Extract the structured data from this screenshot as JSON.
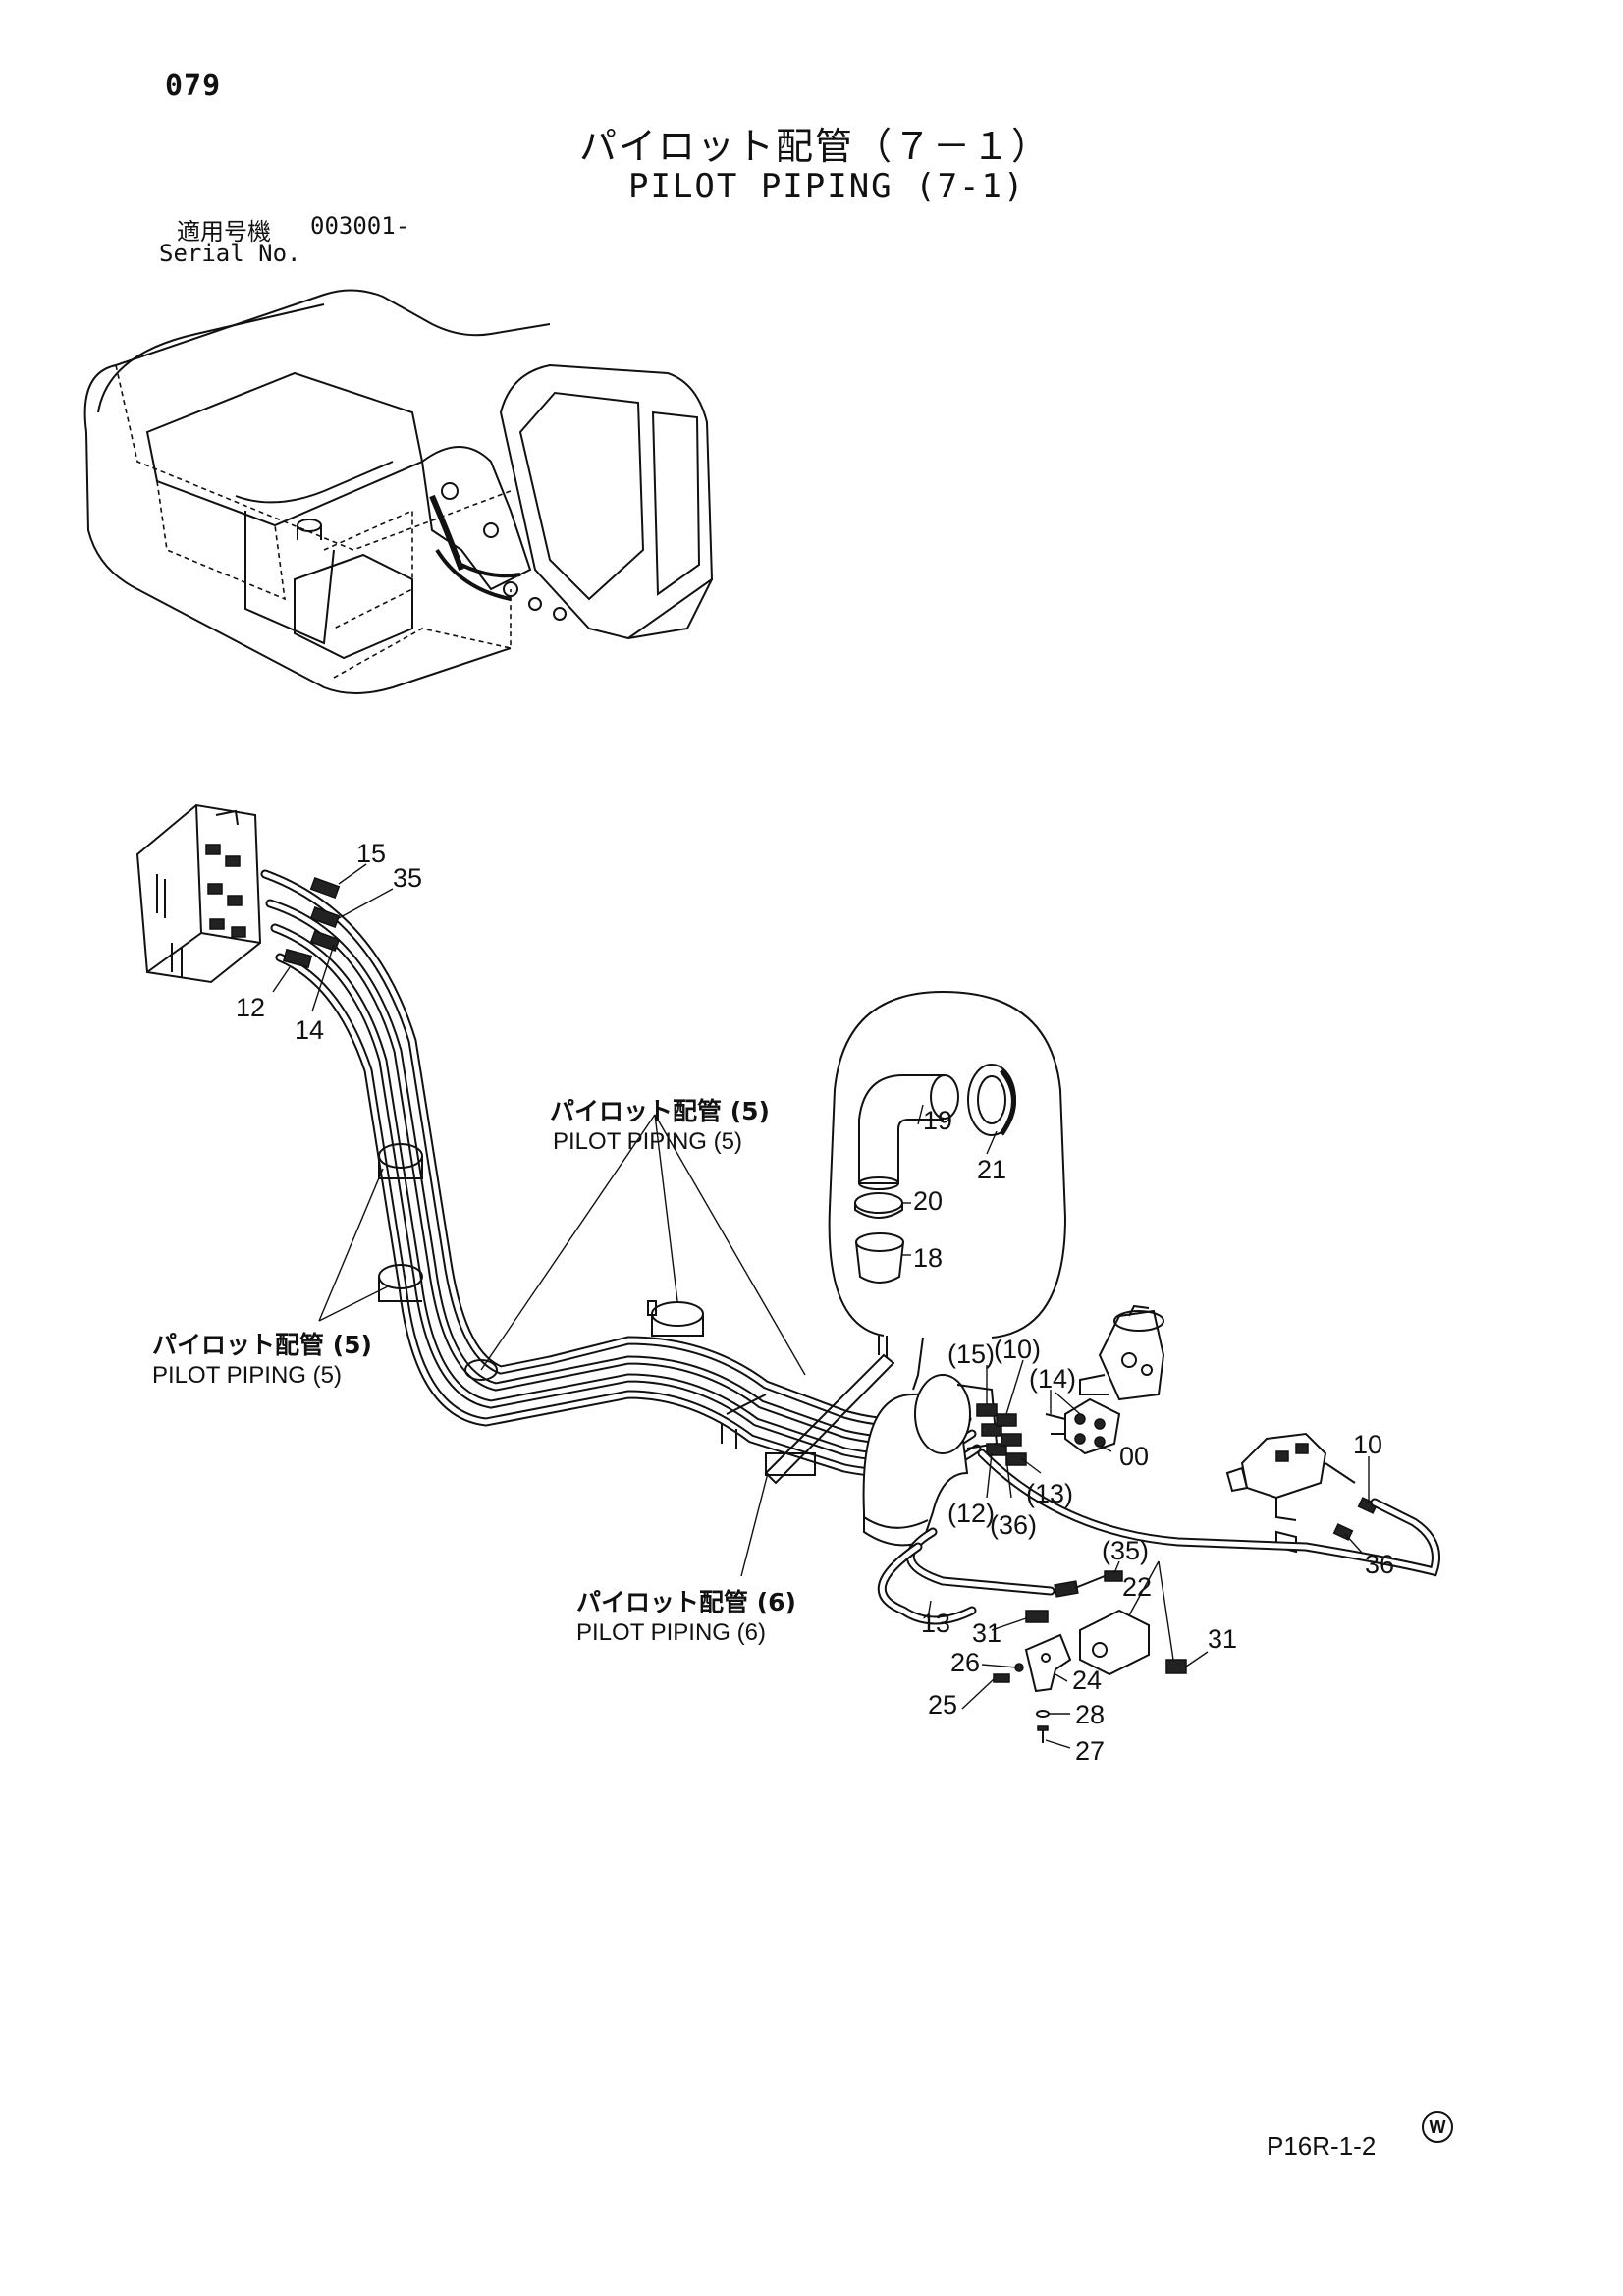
{
  "header": {
    "page_number": "079",
    "title_jp": "パイロット配管（７－１）",
    "title_en": "PILOT PIPING (7-1)",
    "serial_label_jp": "適用号機",
    "serial_value": "003001-",
    "serial_label_en": "Serial No."
  },
  "callouts": {
    "c15": "15",
    "c35": "35",
    "c12": "12",
    "c14": "14",
    "c19": "19",
    "c21": "21",
    "c20": "20",
    "c18": "18",
    "c15p": "(15)",
    "c10p": "(10)",
    "c14p": "(14)",
    "c00": "00",
    "c12p": "(12)",
    "c36p": "(36)",
    "c13p": "(13)",
    "c10": "10",
    "c36": "36",
    "c35p": "(35)",
    "c13": "13",
    "c31a": "31",
    "c22": "22",
    "c31b": "31",
    "c26": "26",
    "c24": "24",
    "c25": "25",
    "c28": "28",
    "c27": "27"
  },
  "references": {
    "ref_a_jp": "パイロット配管 (5)",
    "ref_a_en": "PILOT PIPING (5)",
    "ref_b_jp": "パイロット配管 (5)",
    "ref_b_en": "PILOT PIPING (5)",
    "ref_c_jp": "パイロット配管 (6)",
    "ref_c_en": "PILOT PIPING (6)"
  },
  "footer": {
    "mark": "W",
    "page_code": "P16R-1-2"
  }
}
